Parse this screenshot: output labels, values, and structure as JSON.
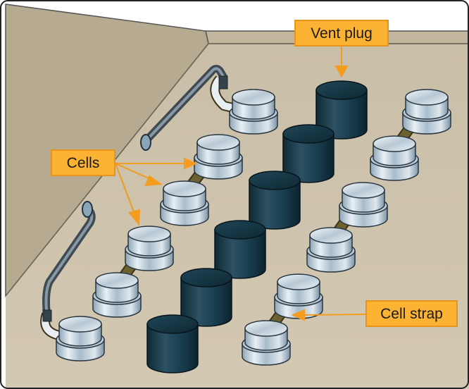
{
  "labels": {
    "vent_plug": "Vent plug",
    "cells": "Cells",
    "cell_strap": "Cell strap"
  },
  "colors": {
    "callout_fill": "#fcb232",
    "callout_arrow": "#f39c1e",
    "tray_floor": "#cbc0a8",
    "tray_wall": "#b9ad95",
    "strap": "#6d6130",
    "vent_plug": "#183848"
  }
}
